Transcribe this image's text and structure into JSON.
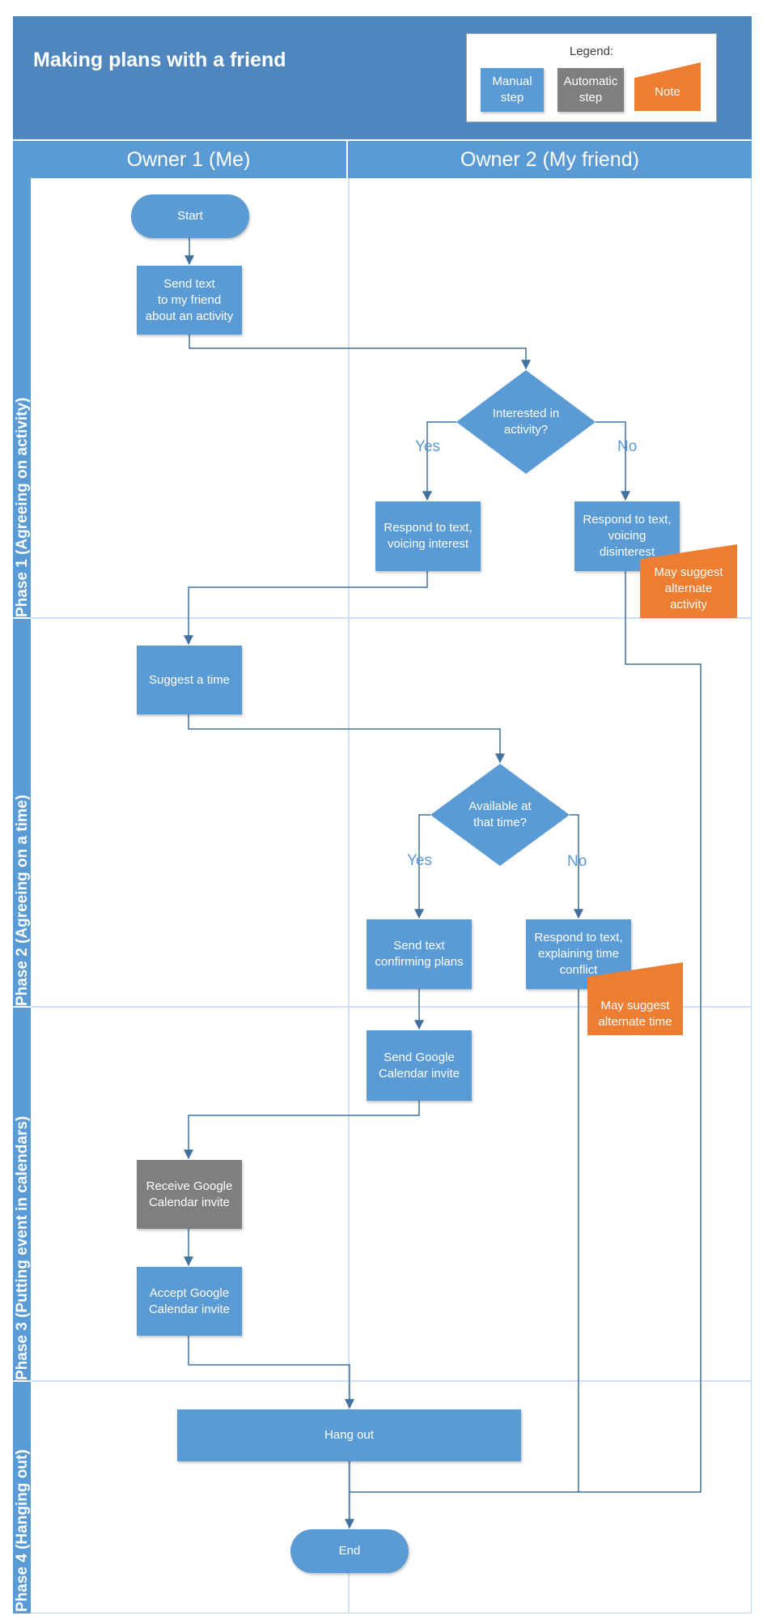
{
  "title": "Making plans with a friend",
  "legend": {
    "heading": "Legend:",
    "manual": "Manual\nstep",
    "automatic": "Automatic\nstep",
    "note": "Note"
  },
  "owners": [
    "Owner 1 (Me)",
    "Owner 2 (My friend)"
  ],
  "phases": [
    "Phase 1 (Agreeing on activity)",
    "Phase 2 (Agreeing on a time)",
    "Phase 3 (Putting event in calendars)",
    "Phase 4 (Hanging out)"
  ],
  "nodes": {
    "start": "Start",
    "send_text": "Send text\nto my friend\nabout an activity",
    "interested": "Interested in\nactivity?",
    "respond_interest": "Respond to text,\nvoicing interest",
    "respond_disinterest": "Respond to text,\nvoicing disinterest",
    "note_activity": "May suggest\nalternate\nactivity",
    "suggest_time": "Suggest a time",
    "available": "Available at\nthat time?",
    "confirm_plans": "Send text\nconfirming plans",
    "time_conflict": "Respond to text,\nexplaining time\nconflict",
    "note_time": "May suggest\nalternate time",
    "send_invite": "Send Google\nCalendar invite",
    "receive_invite": "Receive Google\nCalendar invite",
    "accept_invite": "Accept Google\nCalendar invite",
    "hang_out": "Hang out",
    "end": "End"
  },
  "branch_labels": {
    "yes1": "Yes",
    "no1": "No",
    "yes2": "Yes",
    "no2": "No"
  },
  "colors": {
    "manual": "#5b9bd5",
    "automatic": "#7f7f7f",
    "note": "#ed7d31",
    "header": "#4f86bd",
    "connector": "#41719c",
    "grid": "#bdd7ee"
  }
}
